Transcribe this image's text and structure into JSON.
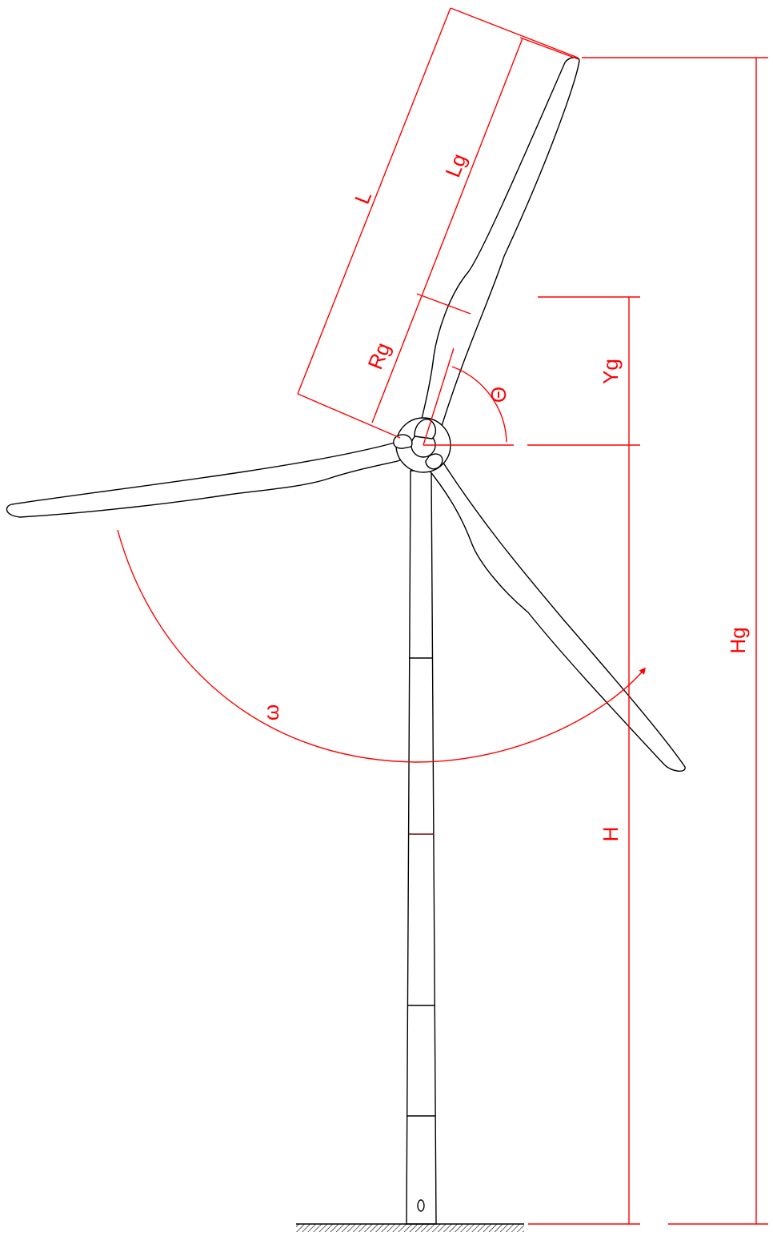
{
  "diagram": {
    "labels": {
      "blade_length": "L",
      "blade_center_to_tip": "Lg",
      "root_to_center": "Rg",
      "vertical_offset": "Yg",
      "angle": "Θ",
      "hub_height": "H",
      "total_height": "Hg",
      "rotation": "ω"
    },
    "colors": {
      "dimensions": "#ff0000",
      "structure": "#000000",
      "background": "#ffffff"
    }
  }
}
